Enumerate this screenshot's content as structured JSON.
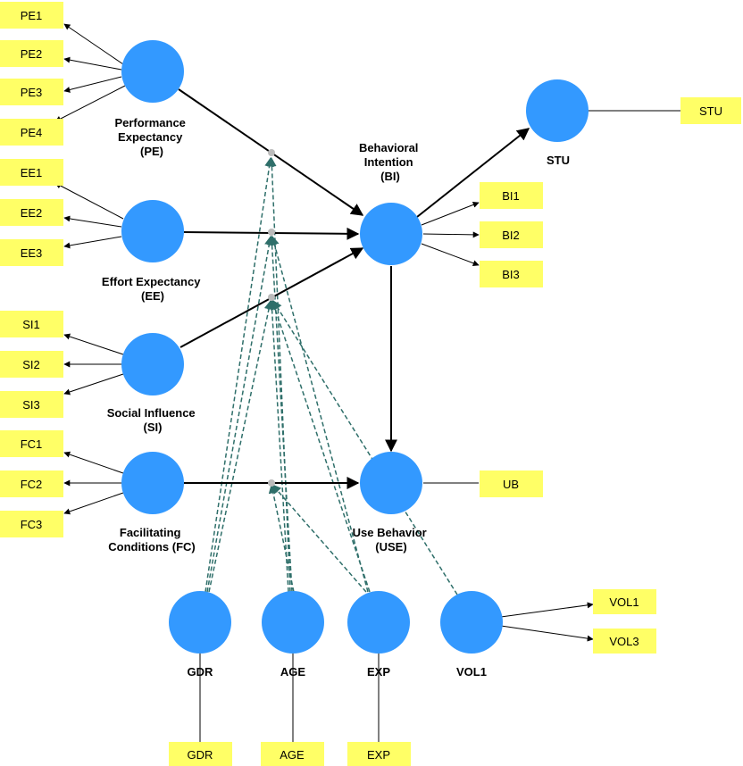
{
  "constructs": {
    "pe": {
      "lines": [
        "Performance",
        "Expectancy",
        "(PE)"
      ],
      "color": "#3399ff"
    },
    "ee": {
      "lines": [
        "Effort Expectancy",
        "(EE)"
      ],
      "color": "#3399ff"
    },
    "si": {
      "lines": [
        "Social Influence",
        "(SI)"
      ],
      "color": "#3399ff"
    },
    "fc": {
      "lines": [
        "Facilitating",
        "Conditions (FC)"
      ],
      "color": "#3399ff"
    },
    "bi": {
      "lines": [
        "Behavioral",
        "Intention",
        "(BI)"
      ],
      "color": "#3399ff"
    },
    "use": {
      "lines": [
        "Use Behavior",
        "(USE)"
      ],
      "color": "#3399ff"
    },
    "stu": {
      "lines": [
        "STU"
      ],
      "color": "#3399ff"
    },
    "gdr": {
      "lines": [
        "GDR"
      ],
      "color": "#3399ff"
    },
    "age": {
      "lines": [
        "AGE"
      ],
      "color": "#3399ff"
    },
    "exp": {
      "lines": [
        "EXP"
      ],
      "color": "#3399ff"
    },
    "vol1": {
      "lines": [
        "VOL1"
      ],
      "color": "#3399ff"
    }
  },
  "indicators": {
    "pe1": "PE1",
    "pe2": "PE2",
    "pe3": "PE3",
    "pe4": "PE4",
    "ee1": "EE1",
    "ee2": "EE2",
    "ee3": "EE3",
    "si1": "SI1",
    "si2": "SI2",
    "si3": "SI3",
    "fc1": "FC1",
    "fc2": "FC2",
    "fc3": "FC3",
    "bi1": "BI1",
    "bi2": "BI2",
    "bi3": "BI3",
    "stu": "STU",
    "ub": "UB",
    "vol1": "VOL1",
    "vol3": "VOL3",
    "gdr": "GDR",
    "age": "AGE",
    "exp": "EXP"
  },
  "colors": {
    "construct": "#3399ff",
    "indicator": "#ffff66",
    "moderator_line": "#2f6f6a",
    "junction": "#bbbbbb"
  }
}
